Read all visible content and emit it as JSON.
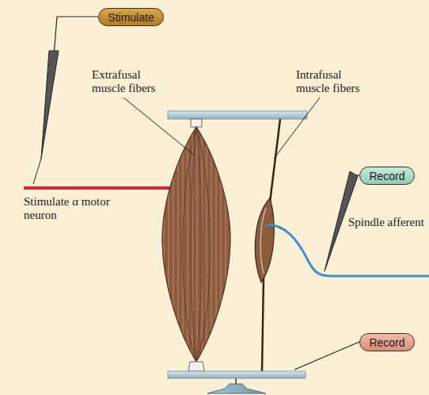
{
  "diagram": {
    "nodes": [
      {
        "text": [
          "Stimulate"
        ]
      },
      {
        "text": [
          "Record"
        ]
      },
      {
        "text": [
          "Record"
        ]
      }
    ],
    "labels": [
      "Extrafusal muscle fibers",
      "Intrafusal muscle fibers",
      "Stimulate α motor neuron",
      "Spindle afferent"
    ]
  }
}
